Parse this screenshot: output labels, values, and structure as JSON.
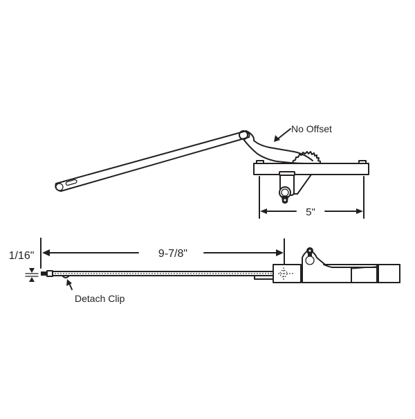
{
  "diagram": {
    "subject": "casement window operator arm",
    "colors": {
      "line": "#231f20",
      "background": "#ffffff"
    },
    "top_view": {
      "callout": "No Offset",
      "base_dimension": "5\""
    },
    "side_view": {
      "arm_length_dimension": "9-7/8\"",
      "thickness_dimension": "1/16\"",
      "clip_callout": "Detach Clip"
    }
  }
}
